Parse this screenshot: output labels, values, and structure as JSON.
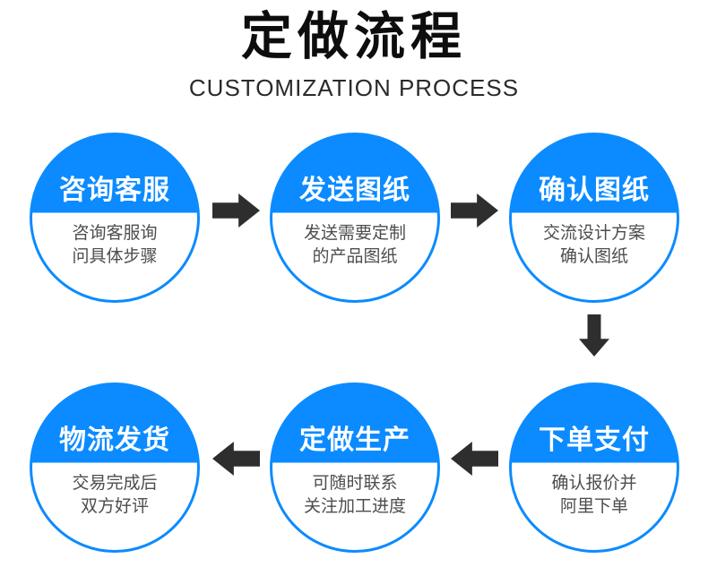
{
  "header": {
    "title": "定做流程",
    "subtitle": "CUSTOMIZATION PROCESS"
  },
  "steps": [
    {
      "title": "咨询客服",
      "desc": [
        "咨询客服询",
        "问具体步骤"
      ]
    },
    {
      "title": "发送图纸",
      "desc": [
        "发送需要定制",
        "的产品图纸"
      ]
    },
    {
      "title": "确认图纸",
      "desc": [
        "交流设计方案",
        "确认图纸"
      ]
    },
    {
      "title": "下单支付",
      "desc": [
        "确认报价并",
        "阿里下单"
      ]
    },
    {
      "title": "定做生产",
      "desc": [
        "可随时联系",
        "关注加工进度"
      ]
    },
    {
      "title": "物流发货",
      "desc": [
        "交易完成后",
        "双方好评"
      ]
    }
  ],
  "flow": {
    "top_row_direction": "left-to-right",
    "bottom_row_direction": "right-to-left",
    "arrows": [
      "right",
      "right",
      "down",
      "left",
      "left"
    ]
  },
  "colors": {
    "accent_blue": "#0b8bff",
    "arrow": "#2e2e2e",
    "title_text": "#0d0d0d",
    "subtitle_text": "#2a2a2a",
    "step_title_text": "#ffffff",
    "description_text": "#4d4d4d",
    "background": "#ffffff"
  }
}
